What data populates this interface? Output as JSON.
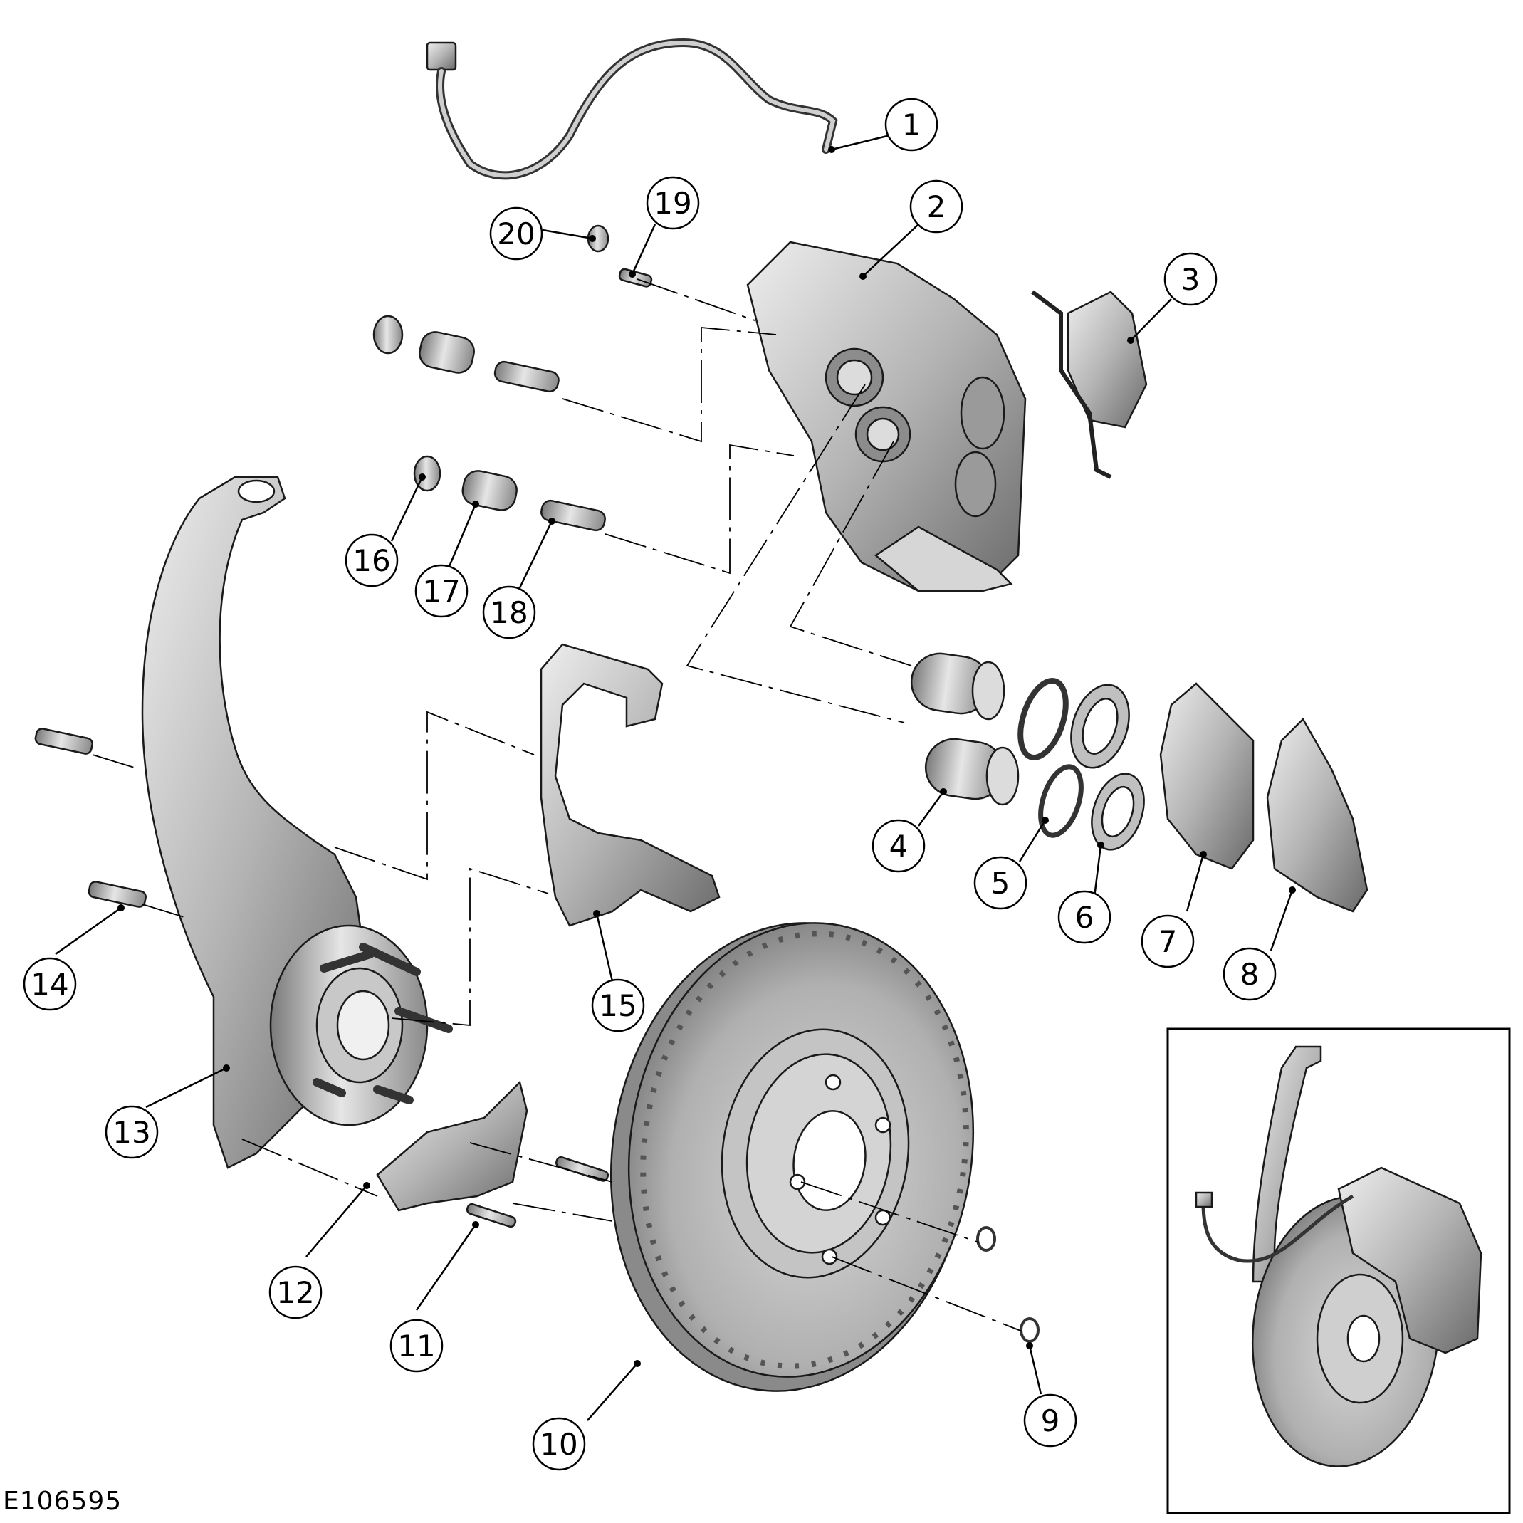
{
  "figure_id": "E106595",
  "callouts": [
    {
      "label": "1"
    },
    {
      "label": "2"
    },
    {
      "label": "3"
    },
    {
      "label": "4"
    },
    {
      "label": "5"
    },
    {
      "label": "6"
    },
    {
      "label": "7"
    },
    {
      "label": "8"
    },
    {
      "label": "9"
    },
    {
      "label": "10"
    },
    {
      "label": "11"
    },
    {
      "label": "12"
    },
    {
      "label": "13"
    },
    {
      "label": "14"
    },
    {
      "label": "15"
    },
    {
      "label": "16"
    },
    {
      "label": "17"
    },
    {
      "label": "18"
    },
    {
      "label": "19"
    },
    {
      "label": "20"
    }
  ],
  "colors": {
    "part_fill": "#b8b8b8",
    "part_dark": "#6e6e6e",
    "part_light": "#e2e2e2",
    "line": "#000000"
  }
}
